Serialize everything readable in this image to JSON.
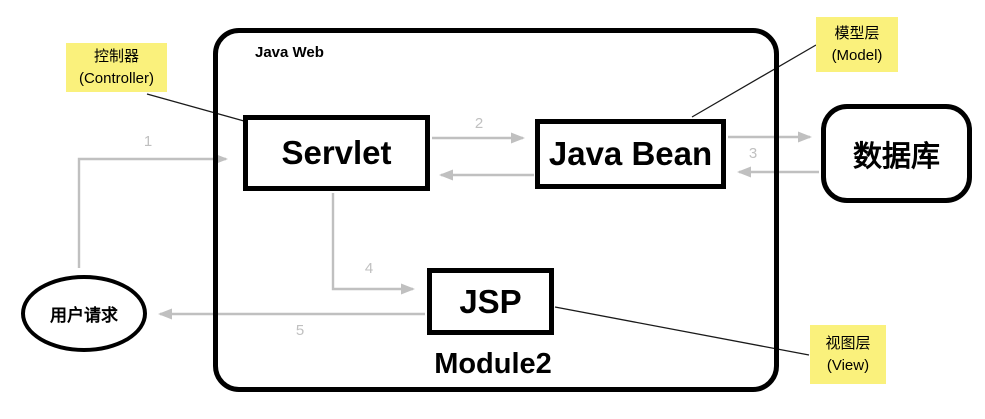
{
  "diagram": {
    "module": {
      "title": "Java Web",
      "caption": "Module2"
    },
    "nodes": {
      "servlet": {
        "label": "Servlet"
      },
      "java_bean": {
        "label": "Java Bean"
      },
      "jsp": {
        "label": "JSP"
      },
      "database": {
        "label": "数据库"
      },
      "user_request": {
        "label": "用户请求"
      }
    },
    "annotations": {
      "controller": {
        "line1": "控制器",
        "line2": "(Controller)"
      },
      "model": {
        "line1": "模型层",
        "line2": "(Model)"
      },
      "view": {
        "line1": "视图层",
        "line2": "(View)"
      }
    },
    "arrow_numbers": {
      "step1": "1",
      "step2": "2",
      "step3": "3",
      "step4": "4",
      "step5": "5"
    },
    "colors": {
      "annotation_bg": "#faf17c",
      "arrow_gray": "#c0c0c0",
      "callout_line": "#1a1a1a",
      "box_border": "#000000",
      "background": "#ffffff"
    }
  }
}
